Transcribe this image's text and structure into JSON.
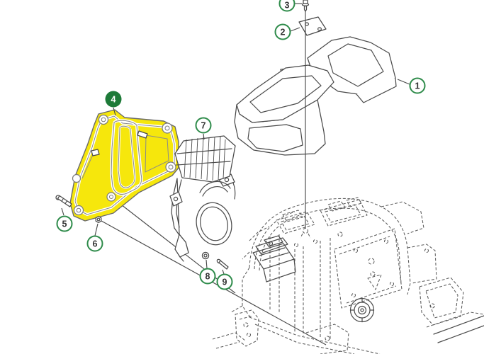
{
  "diagram": {
    "kind": "exploded-parts-diagram",
    "background_color": "#ffffff",
    "colors": {
      "highlight_yellow": "#f6e70c",
      "badge_fill_green": "#1d7a38",
      "badge_ring_green": "#2e8b4a",
      "line_gray": "#4a4a4a",
      "phantom_gray": "#5a5a5a"
    },
    "selected_callout": "4",
    "callouts": [
      {
        "number": "1",
        "style": "outlined",
        "refers_to": "tank-cover-assembly"
      },
      {
        "number": "2",
        "style": "outlined",
        "refers_to": "clamp-plate"
      },
      {
        "number": "3",
        "style": "outlined",
        "refers_to": "top-screw"
      },
      {
        "number": "4",
        "style": "filled-selected",
        "refers_to": "support-bracket-highlighted"
      },
      {
        "number": "5",
        "style": "outlined",
        "refers_to": "bolt"
      },
      {
        "number": "6",
        "style": "outlined",
        "refers_to": "nut"
      },
      {
        "number": "7",
        "style": "outlined",
        "refers_to": "belt-guard-cover"
      },
      {
        "number": "8",
        "style": "outlined",
        "refers_to": "washer"
      },
      {
        "number": "9",
        "style": "outlined",
        "refers_to": "small-screw"
      }
    ]
  }
}
